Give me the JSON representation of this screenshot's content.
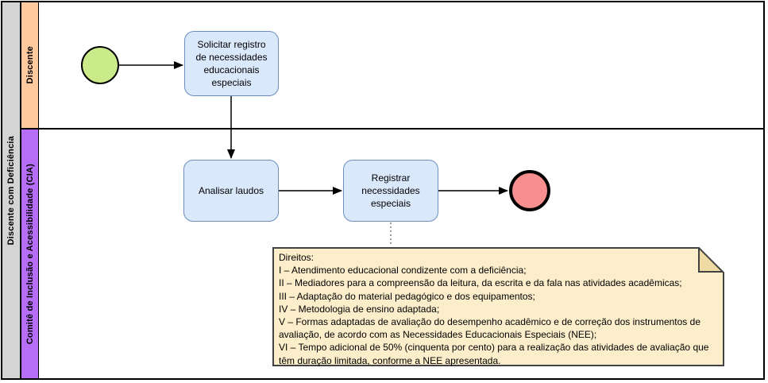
{
  "diagram": {
    "type": "bpmn-swimlane-flowchart",
    "pool": {
      "label": "Discente com Deficiência",
      "color": "#d4d4d4"
    },
    "lanes": [
      {
        "label": "Discente",
        "color": "#ffcb9e"
      },
      {
        "label": "Comitê de Inclusão e Acessibilidade (CIA)",
        "color": "#b56ef5"
      }
    ],
    "nodes": [
      {
        "id": "start",
        "type": "start-event",
        "lane": "Discente",
        "color": "#cbeb8b",
        "label": ""
      },
      {
        "id": "task-solicitar",
        "type": "task",
        "lane": "Discente",
        "color": "#dae8fc",
        "label": "Solicitar registro de necessidades educacionais especiais"
      },
      {
        "id": "task-analisar",
        "type": "task",
        "lane": "Comitê de Inclusão e Acessibilidade (CIA)",
        "color": "#dae8fc",
        "label": "Analisar laudos"
      },
      {
        "id": "task-registrar",
        "type": "task",
        "lane": "Comitê de Inclusão e Acessibilidade (CIA)",
        "color": "#dae8fc",
        "label": "Registrar necessidades especiais"
      },
      {
        "id": "end",
        "type": "end-event",
        "lane": "Comitê de Inclusão e Acessibilidade (CIA)",
        "color": "#f78f8f",
        "label": ""
      }
    ],
    "flows": [
      {
        "from": "start",
        "to": "task-solicitar",
        "style": "solid-arrow"
      },
      {
        "from": "task-solicitar",
        "to": "task-analisar",
        "style": "solid-arrow"
      },
      {
        "from": "task-analisar",
        "to": "task-registrar",
        "style": "solid-arrow"
      },
      {
        "from": "task-registrar",
        "to": "end",
        "style": "solid-arrow"
      },
      {
        "from": "task-registrar",
        "to": "note",
        "style": "dashed-association"
      }
    ],
    "note": {
      "color": "#fceecb",
      "lines": [
        "Direitos:",
        "I – Atendimento educacional condizente com a deficiência;",
        "II – Mediadores para a compreensão da leitura, da escrita e da fala nas atividades acadêmicas;",
        "III – Adaptação do material pedagógico e dos equipamentos;",
        "IV – Metodologia de ensino adaptada;",
        "V – Formas adaptadas de avaliação do desempenho acadêmico e de correção dos instrumentos de avaliação, de acordo com as Necessidades Educacionais Especiais (NEE);",
        "VI – Tempo adicional de 50% (cinquenta por cento) para a realização das atividades de avaliação que têm duração limitada, conforme a NEE apresentada."
      ]
    }
  }
}
